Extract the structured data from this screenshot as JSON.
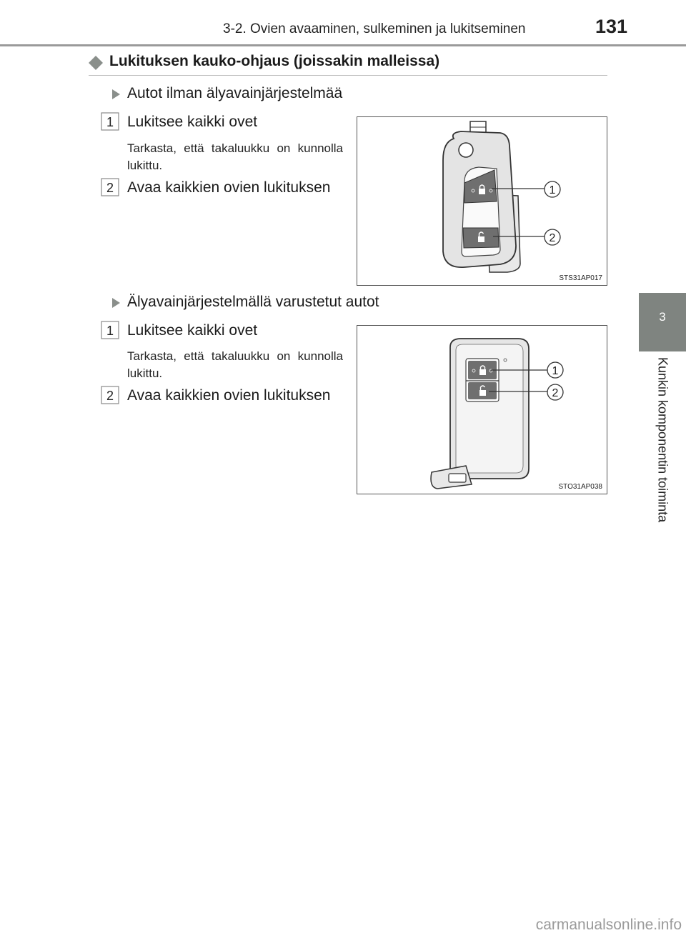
{
  "header": {
    "title": "3-2. Ovien avaaminen, sulkeminen ja lukitseminen",
    "page_number": "131"
  },
  "side_tab": {
    "chapter_number": "3",
    "chapter_label": "Kunkin komponentin toiminta"
  },
  "section": {
    "heading": "Lukituksen kauko-ohjaus (joissakin malleissa)"
  },
  "blocks": [
    {
      "sub_heading": "Autot ilman älyavainjärjestelmää",
      "items": [
        {
          "number": "1",
          "label": "Lukitsee kaikki ovet",
          "note": "Tarkasta, että takaluukku on kunnolla lukittu."
        },
        {
          "number": "2",
          "label": "Avaa kaikkien ovien lukituksen"
        }
      ],
      "figure": {
        "code": "STS31AP017",
        "callouts": [
          "1",
          "2"
        ]
      }
    },
    {
      "sub_heading": "Älyavainjärjestelmällä varustetut autot",
      "items": [
        {
          "number": "1",
          "label": "Lukitsee kaikki ovet",
          "note": "Tarkasta, että takaluukku on kunnolla lukittu."
        },
        {
          "number": "2",
          "label": "Avaa kaikkien ovien lukituksen"
        }
      ],
      "figure": {
        "code": "STO31AP038",
        "callouts": [
          "1",
          "2"
        ]
      }
    }
  ],
  "watermark": "carmanualsonline.info",
  "colors": {
    "tab": "#7f8480",
    "diamond": "#8a8f8b",
    "button": "#6f6f6f"
  }
}
